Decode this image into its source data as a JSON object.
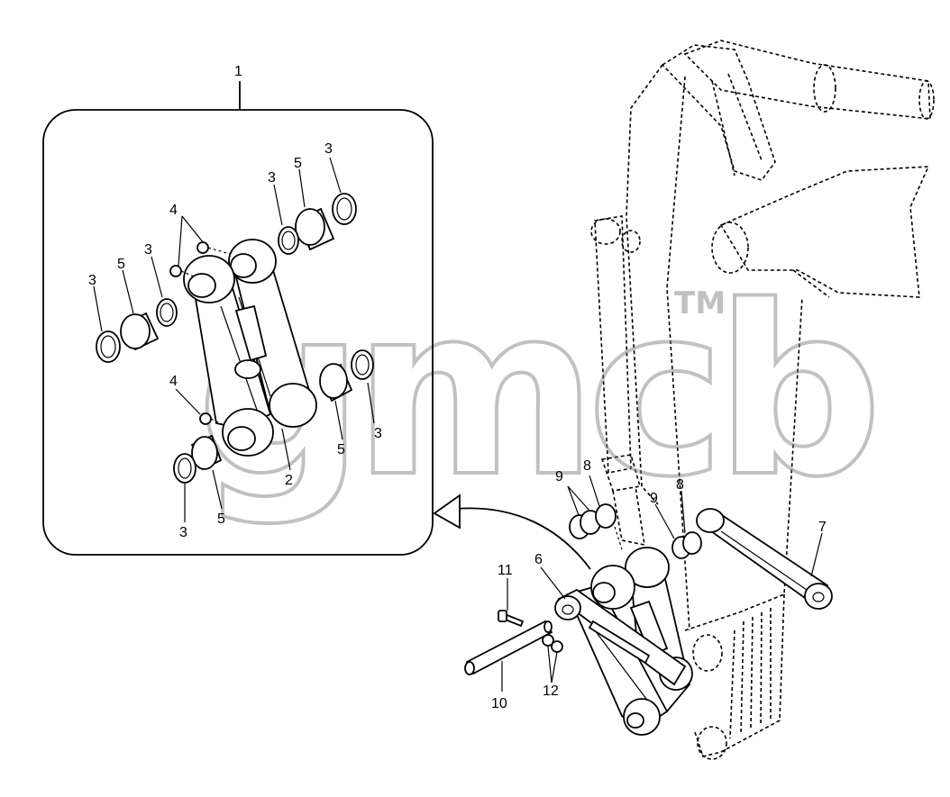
{
  "diagram": {
    "callouts": {
      "c1": "1",
      "c2": "2",
      "c3": "3",
      "c4": "4",
      "c5": "5",
      "c6": "6",
      "c7": "7",
      "c8": "8",
      "c9": "9",
      "c10": "10",
      "c11": "11",
      "c12": "12"
    },
    "watermark": {
      "logo_text": "gmcb",
      "tm": "TM"
    }
  }
}
